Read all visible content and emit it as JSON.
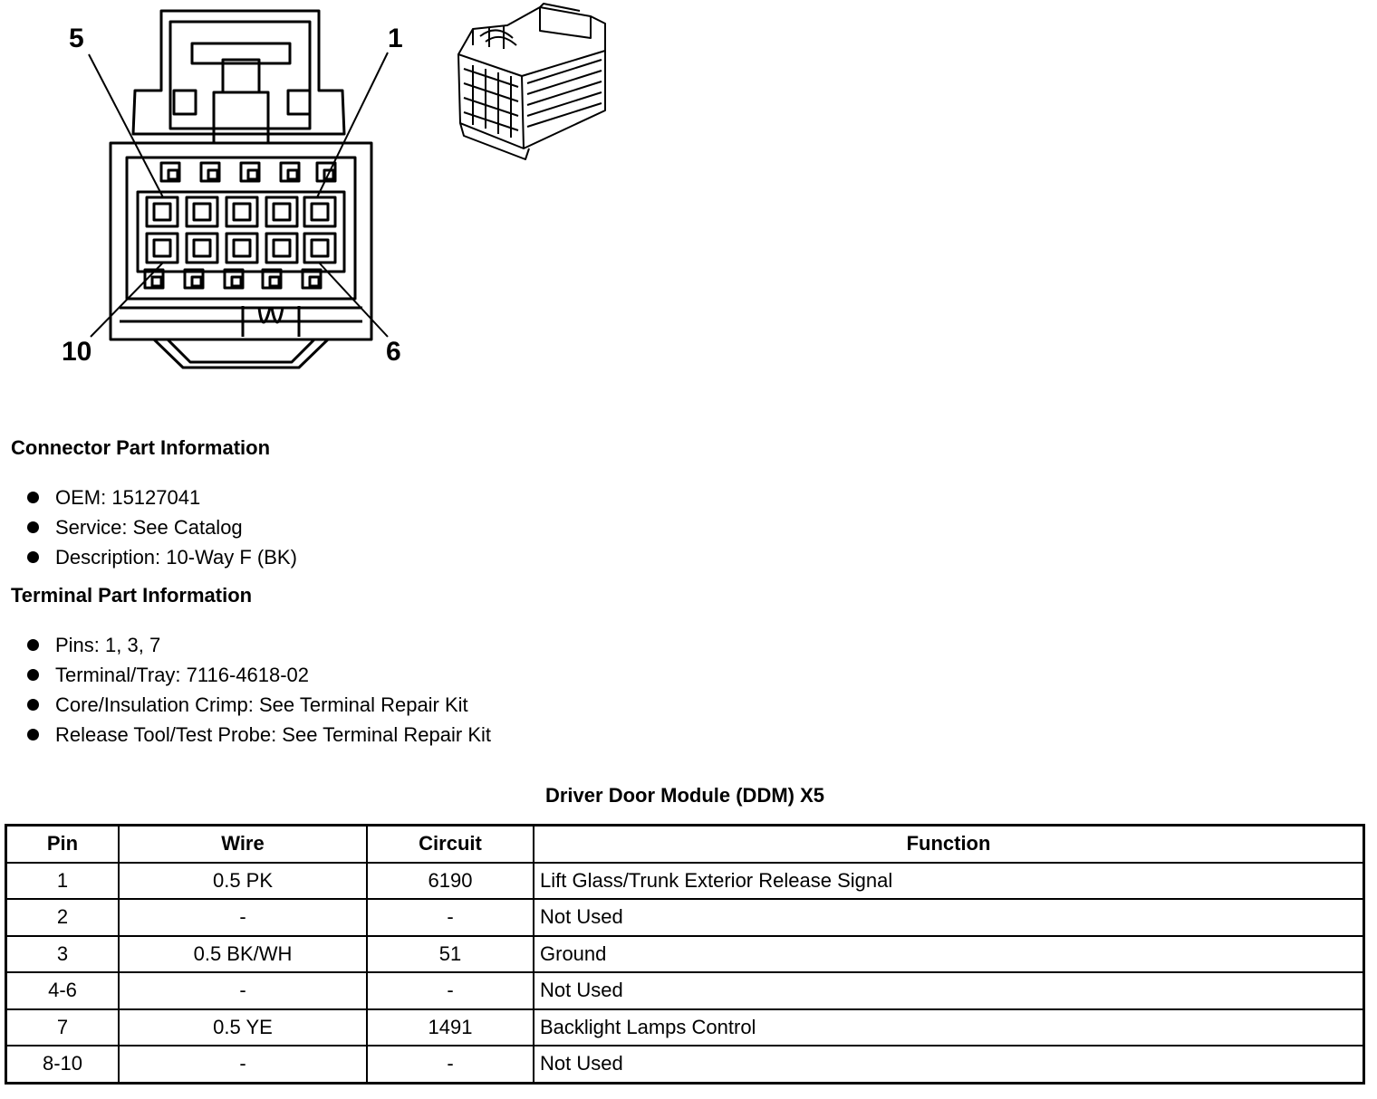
{
  "connector_labels": {
    "top_left": "5",
    "top_right": "1",
    "bottom_left": "10",
    "bottom_right": "6"
  },
  "connector_part": {
    "heading": "Connector Part Information",
    "items": [
      "OEM: 15127041",
      "Service: See Catalog",
      "Description: 10-Way F (BK)"
    ]
  },
  "terminal_part": {
    "heading": "Terminal Part Information",
    "items": [
      "Pins: 1, 3, 7",
      "Terminal/Tray: 7116-4618-02",
      "Core/Insulation Crimp: See Terminal Repair Kit",
      "Release Tool/Test Probe: See Terminal Repair Kit"
    ]
  },
  "table": {
    "title": "Driver Door Module (DDM) X5",
    "headers": [
      "Pin",
      "Wire",
      "Circuit",
      "Function"
    ],
    "rows": [
      [
        "1",
        "0.5 PK",
        "6190",
        "Lift Glass/Trunk Exterior Release Signal"
      ],
      [
        "2",
        "-",
        "-",
        "Not Used"
      ],
      [
        "3",
        "0.5 BK/WH",
        "51",
        "Ground"
      ],
      [
        "4-6",
        "-",
        "-",
        "Not Used"
      ],
      [
        "7",
        "0.5 YE",
        "1491",
        "Backlight Lamps Control"
      ],
      [
        "8-10",
        "-",
        "-",
        "Not Used"
      ]
    ]
  }
}
